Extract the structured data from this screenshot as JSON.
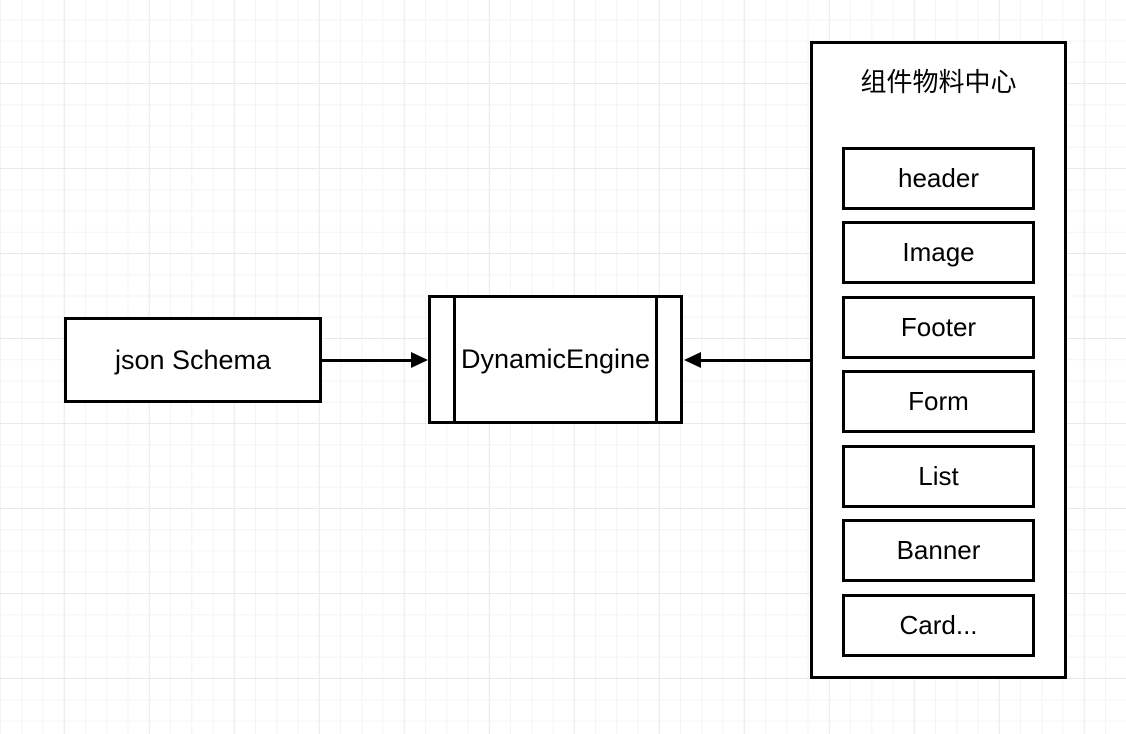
{
  "diagram": {
    "nodes": {
      "json_schema": {
        "label": "json Schema"
      },
      "dynamic_engine": {
        "label": "DynamicEngine"
      },
      "material_center": {
        "title": "组件物料中心",
        "items": [
          {
            "label": "header"
          },
          {
            "label": "Image"
          },
          {
            "label": "Footer"
          },
          {
            "label": "Form"
          },
          {
            "label": "List"
          },
          {
            "label": "Banner"
          },
          {
            "label": "Card..."
          }
        ]
      }
    },
    "edges": [
      {
        "from": "json Schema",
        "to": "DynamicEngine",
        "arrow": "right"
      },
      {
        "from": "组件物料中心",
        "to": "DynamicEngine",
        "arrow": "left"
      }
    ],
    "colors": {
      "stroke": "#000000",
      "fill": "#ffffff",
      "grid_minor": "#f4f4f4",
      "grid_major": "#e9e9e9"
    }
  }
}
